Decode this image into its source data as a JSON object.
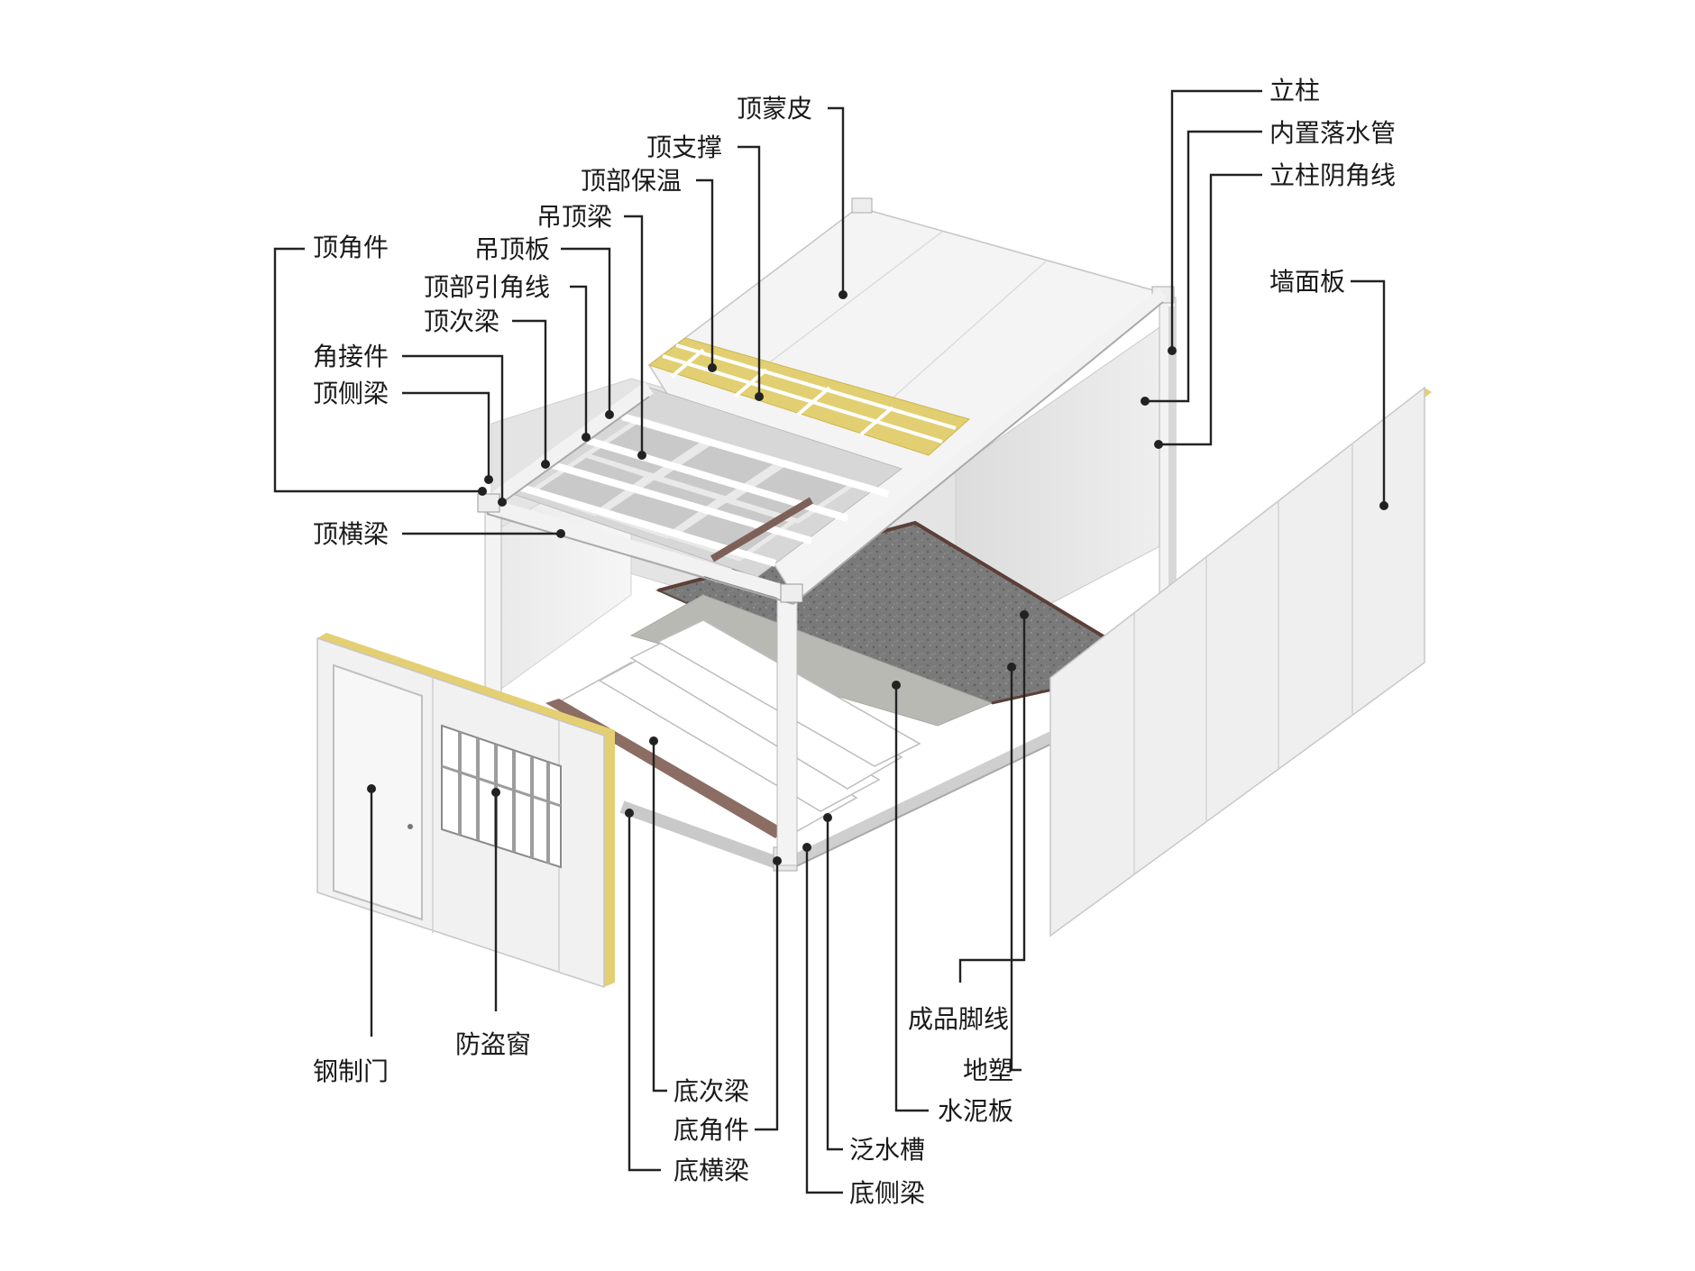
{
  "labels": {
    "top_skin": "顶蒙皮",
    "top_brace": "顶支撑",
    "top_insulation": "顶部保温",
    "ceiling_beam": "吊顶梁",
    "ceiling_panel": "吊顶板",
    "top_trim": "顶部引角线",
    "top_secondary_beam": "顶次梁",
    "top_corner_fitting": "顶角件",
    "corner_connector": "角接件",
    "top_side_beam": "顶侧梁",
    "top_cross_beam": "顶横梁",
    "column": "立柱",
    "built_in_downpipe": "内置落水管",
    "column_corner_trim": "立柱阴角线",
    "wall_panel": "墙面板",
    "steel_door": "钢制门",
    "security_window": "防盗窗",
    "skirting_line": "成品脚线",
    "vinyl_floor": "地塑",
    "cement_board": "水泥板",
    "bottom_secondary_beam": "底次梁",
    "bottom_corner_fitting": "底角件",
    "bottom_cross_beam": "底横梁",
    "flashing_gutter": "泛水槽",
    "bottom_side_beam": "底侧梁"
  }
}
